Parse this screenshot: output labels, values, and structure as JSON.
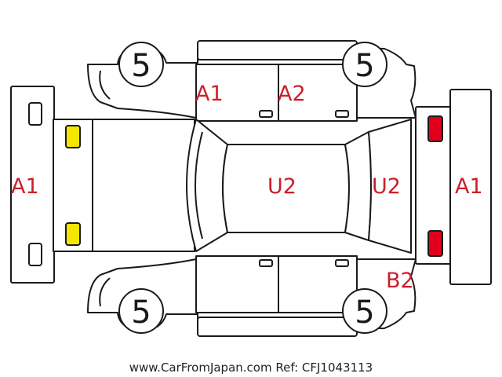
{
  "colors": {
    "outline": "#1a1a1a",
    "code_text": "#cc1f2a",
    "front_lamp_fill": "#f5e600",
    "rear_lamp_fill": "#e0001b",
    "footer_text": "#222222"
  },
  "wheels": {
    "front_left": "5",
    "front_right": "5",
    "rear_left": "5",
    "rear_right": "5"
  },
  "damage_codes": {
    "front_bumper": "A1",
    "front_left_door": "A1",
    "rear_left_door": "A2",
    "roof": "U2",
    "rear_window": "U2",
    "rear_bumper": "A1",
    "rear_right_quarter": "B2"
  },
  "footer": {
    "watermark": "www.CarFromJapan.com Ref: CFJ1043113"
  }
}
